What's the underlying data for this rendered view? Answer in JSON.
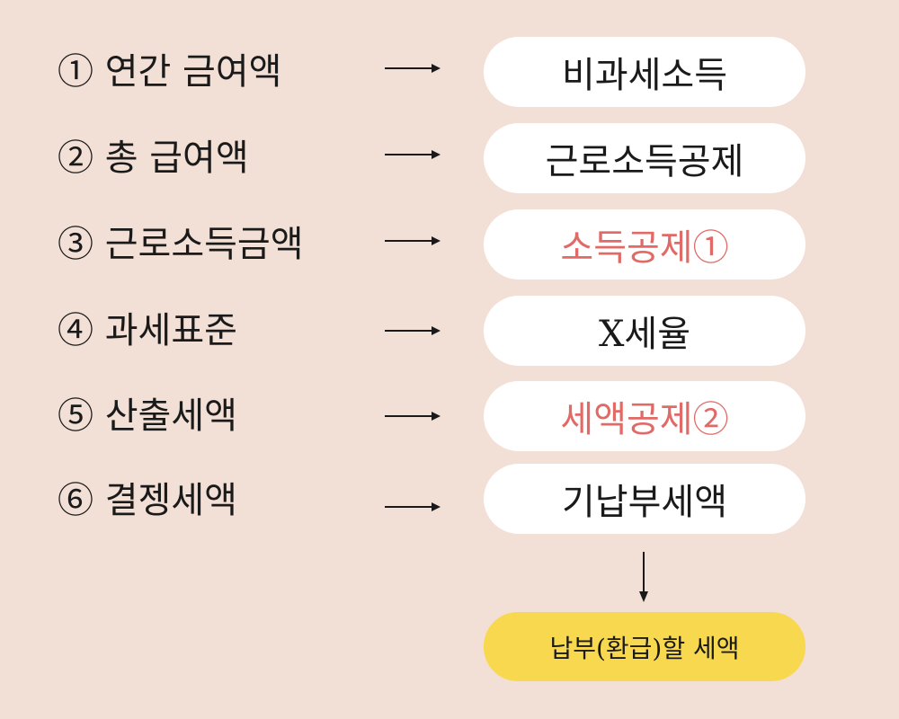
{
  "steps": [
    {
      "label": "① 연간 금여액",
      "result": "비과세소득"
    },
    {
      "label": "② 총 급여액",
      "result": "근로소득공제"
    },
    {
      "label": "③ 근로소득금액",
      "result": "소득공제①"
    },
    {
      "label": "④ 과세표준",
      "result": "X세율"
    },
    {
      "label": "⑤ 산출세액",
      "result": "세액공제②"
    },
    {
      "label": "⑥ 결젱세액",
      "result": "기납부세액"
    }
  ],
  "final": {
    "label": "납부(환급)할 세액"
  },
  "colors": {
    "background": "#f2dfd5",
    "pill": "#ffffff",
    "highlight_text": "#e06a66",
    "final_pill": "#f8d84f",
    "text": "#1a1a1a"
  }
}
